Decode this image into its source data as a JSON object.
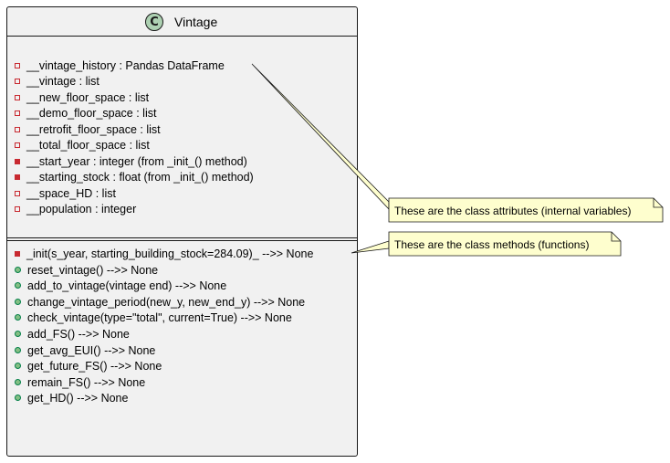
{
  "class": {
    "icon_letter": "C",
    "name": "Vintage"
  },
  "attributes": [
    {
      "visibility": "private",
      "text": "__vintage_history : Pandas DataFrame"
    },
    {
      "visibility": "private",
      "text": "__vintage : list"
    },
    {
      "visibility": "private",
      "text": "__new_floor_space : list"
    },
    {
      "visibility": "private",
      "text": "__demo_floor_space : list"
    },
    {
      "visibility": "private",
      "text": "__retrofit_floor_space : list"
    },
    {
      "visibility": "private",
      "text": "__total_floor_space : list"
    },
    {
      "visibility": "private-filled",
      "text": "__start_year : integer (from _init_() method)"
    },
    {
      "visibility": "private-filled",
      "text": "__starting_stock : float (from _init_() method)"
    },
    {
      "visibility": "private",
      "text": "__space_HD : list"
    },
    {
      "visibility": "private",
      "text": "__population : integer"
    }
  ],
  "methods": [
    {
      "visibility": "private-filled",
      "text": "_init(s_year, starting_building_stock=284.09)_ -->> None"
    },
    {
      "visibility": "public",
      "text": "reset_vintage() -->> None"
    },
    {
      "visibility": "public",
      "text": "add_to_vintage(vintage end) -->> None"
    },
    {
      "visibility": "public",
      "text": "change_vintage_period(new_y, new_end_y) -->> None"
    },
    {
      "visibility": "public",
      "text": "check_vintage(type=\"total\", current=True) -->> None"
    },
    {
      "visibility": "public",
      "text": "add_FS() -->> None"
    },
    {
      "visibility": "public",
      "text": "get_avg_EUI() -->> None"
    },
    {
      "visibility": "public",
      "text": "get_future_FS() -->> None"
    },
    {
      "visibility": "public",
      "text": "remain_FS() -->> None"
    },
    {
      "visibility": "public",
      "text": "get_HD() -->> None"
    }
  ],
  "notes": {
    "attributes_note": "These are the class attributes (internal variables)",
    "methods_note": "These are the class methods (functions)"
  },
  "colors": {
    "note_fill": "#fefece",
    "class_fill": "#f1f1f1",
    "class_icon": "#add1b2",
    "private_marker": "#c82930",
    "public_marker": "#84be84"
  }
}
